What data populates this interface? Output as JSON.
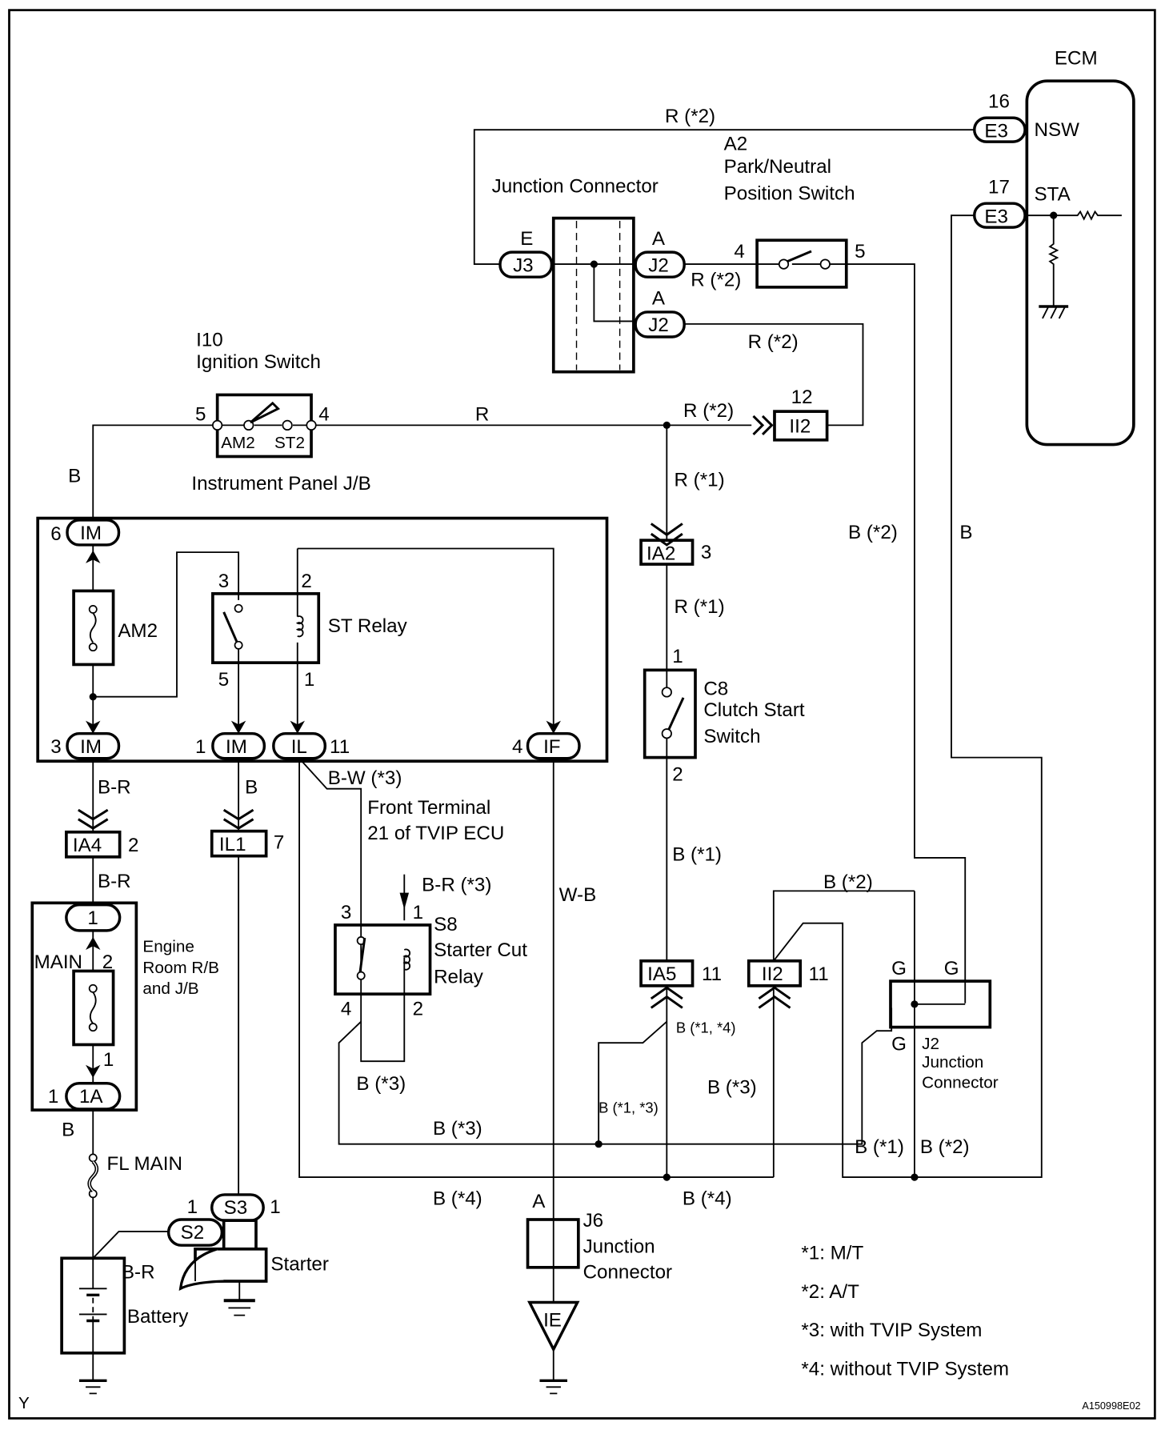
{
  "diagram": {
    "title_code": "A150998E02",
    "corner_mark": "Y",
    "components": {
      "ecm": {
        "name": "ECM",
        "pins": [
          {
            "num": "16",
            "connector": "E3",
            "signal": "NSW"
          },
          {
            "num": "17",
            "connector": "E3",
            "signal": "STA"
          }
        ]
      },
      "pnp_switch": {
        "code": "A2",
        "line1": "Park/Neutral",
        "line2": "Position Switch",
        "pin_in": "4",
        "pin_out": "5"
      },
      "junction_connector_top": {
        "name": "Junction Connector",
        "left_pin": "E",
        "left_conn": "J3",
        "right_pin_a1": "A",
        "right_conn_1": "J2",
        "right_pin_a2": "A",
        "right_conn_2": "J2"
      },
      "ignition_switch": {
        "code": "I10",
        "name": "Ignition Switch",
        "pin_left": "5",
        "pin_right": "4",
        "term_left": "AM2",
        "term_right": "ST2"
      },
      "ip_jb": {
        "name": "Instrument Panel J/B",
        "conn_top": {
          "num": "6",
          "label": "IM"
        },
        "fuse": "AM2",
        "relay": {
          "name": "ST Relay",
          "pin3": "3",
          "pin2": "2",
          "pin5": "5",
          "pin1": "1"
        },
        "conn_bottom": [
          {
            "num": "3",
            "label": "IM"
          },
          {
            "num": "1",
            "label": "IM"
          },
          {
            "num": "11",
            "label": "IL"
          },
          {
            "num": "4",
            "label": "IF"
          }
        ]
      },
      "ia4": {
        "label": "IA4",
        "pin": "2"
      },
      "il1": {
        "label": "IL1",
        "pin": "7"
      },
      "ia2": {
        "label": "IA2",
        "pin": "3"
      },
      "ii2_top": {
        "label": "II2",
        "pin": "12"
      },
      "ia5": {
        "label": "IA5",
        "pin": "11"
      },
      "ii2_bottom": {
        "label": "II2",
        "pin": "11"
      },
      "engine_rb": {
        "line1": "Engine",
        "line2": "Room R/B",
        "line3": "and J/B",
        "conn_top": "1",
        "fuse": "MAIN",
        "fuse_pin_top": "2",
        "fuse_pin_bottom": "1",
        "conn_bottom": "1A",
        "conn_bottom_num": "1"
      },
      "fl_main": "FL MAIN",
      "battery": "Battery",
      "starter": {
        "name": "Starter",
        "s2": "S2",
        "s2_pin": "1",
        "s3": "S3",
        "s3_pin": "1"
      },
      "clutch_switch": {
        "code": "C8",
        "line1": "Clutch Start",
        "line2": "Switch",
        "pin1": "1",
        "pin2": "2"
      },
      "starter_cut_relay": {
        "code": "S8",
        "line1": "Starter Cut",
        "line2": "Relay",
        "pin3": "3",
        "pin1": "1",
        "pin4": "4",
        "pin2": "2"
      },
      "tvip_note": {
        "line1": "Front Terminal",
        "line2": "21 of TVIP ECU"
      },
      "j6": {
        "code": "J6",
        "line1": "Junction",
        "line2": "Connector",
        "pin": "A"
      },
      "ie_ground": "IE",
      "j2_bottom": {
        "code": "J2",
        "line1": "Junction",
        "line2": "Connector",
        "pin_tl": "G",
        "pin_tr": "G",
        "pin_bl": "G"
      }
    },
    "wire_labels": {
      "r2_top": "R (*2)",
      "r2_j2": "R (*2)",
      "r2_j2b": "R (*2)",
      "r_main": "R",
      "r2_ii2": "R (*2)",
      "r1_a": "R (*1)",
      "r1_b": "R (*1)",
      "b_ign": "B",
      "b2_right": "B (*2)",
      "b_right": "B",
      "br_1": "B-R",
      "br_2": "B-R",
      "b_il1": "B",
      "bw3": "B-W (*3)",
      "br3": "B-R (*3)",
      "wb": "W-B",
      "b1": "B (*1)",
      "b2_mid": "B (*2)",
      "b14": "B (*1, *4)",
      "b3_relay": "B (*3)",
      "b3_right": "B (*3)",
      "b13": "B (*1, *3)",
      "b3_bottom": "B (*3)",
      "b1_bottom": "B (*1)",
      "b2_bottom": "B (*2)",
      "b4_left": "B (*4)",
      "b4_right": "B (*4)",
      "b_fl": "B",
      "br_batt": "B-R"
    },
    "legend": [
      "*1: M/T",
      "*2: A/T",
      "*3: with TVIP System",
      "*4: without TVIP System"
    ]
  }
}
